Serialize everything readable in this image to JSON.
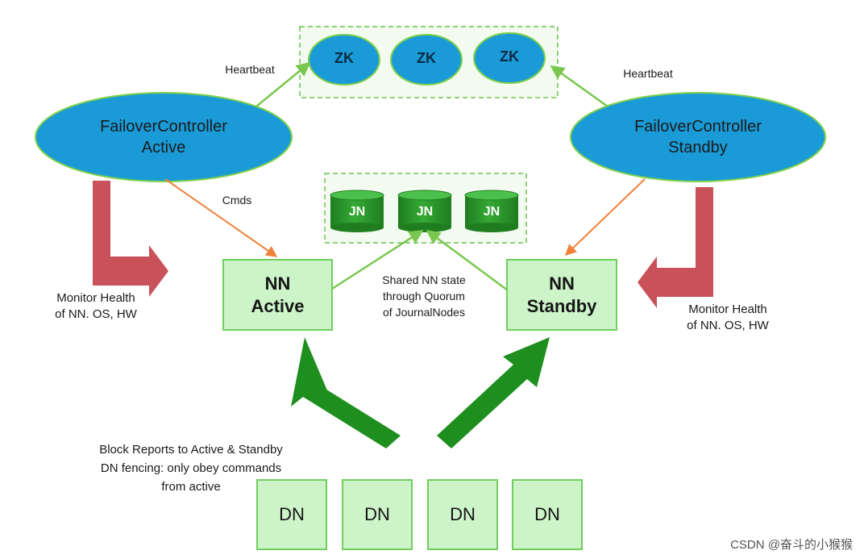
{
  "zookeeper": {
    "nodes": [
      "ZK",
      "ZK",
      "ZK"
    ]
  },
  "failover_active": {
    "line1": "FailoverController",
    "line2": "Active"
  },
  "failover_standby": {
    "line1": "FailoverController",
    "line2": "Standby"
  },
  "heartbeat_left": "Heartbeat",
  "heartbeat_right": "Heartbeat",
  "cmds": "Cmds",
  "journal": {
    "nodes": [
      "JN",
      "JN",
      "JN"
    ]
  },
  "nn_active": {
    "line1": "NN",
    "line2": "Active"
  },
  "nn_standby": {
    "line1": "NN",
    "line2": "Standby"
  },
  "shared_state": {
    "line1": "Shared NN state",
    "line2": "through Quorum",
    "line3": "of JournalNodes"
  },
  "monitor_left": {
    "line1": "Monitor Health",
    "line2": "of NN. OS, HW"
  },
  "monitor_right": {
    "line1": "Monitor Health",
    "line2": "of NN. OS, HW"
  },
  "block_reports": {
    "line1": "Block Reports to Active & Standby",
    "line2": "DN fencing: only obey commands",
    "line3": "from active"
  },
  "datanodes": [
    "DN",
    "DN",
    "DN",
    "DN"
  ],
  "watermark": "CSDN @奋斗的小猴猴",
  "colors": {
    "ellipse_fill": "#1a9bd7",
    "ellipse_border": "#7fd04a",
    "jn_green": "#2e9c2e",
    "big_arrow_green": "#1e8f1e",
    "red_arrow": "#c9515a",
    "orange_line": "#f0813a",
    "green_line": "#7ac74f",
    "box_fill": "#cdf4c9"
  }
}
